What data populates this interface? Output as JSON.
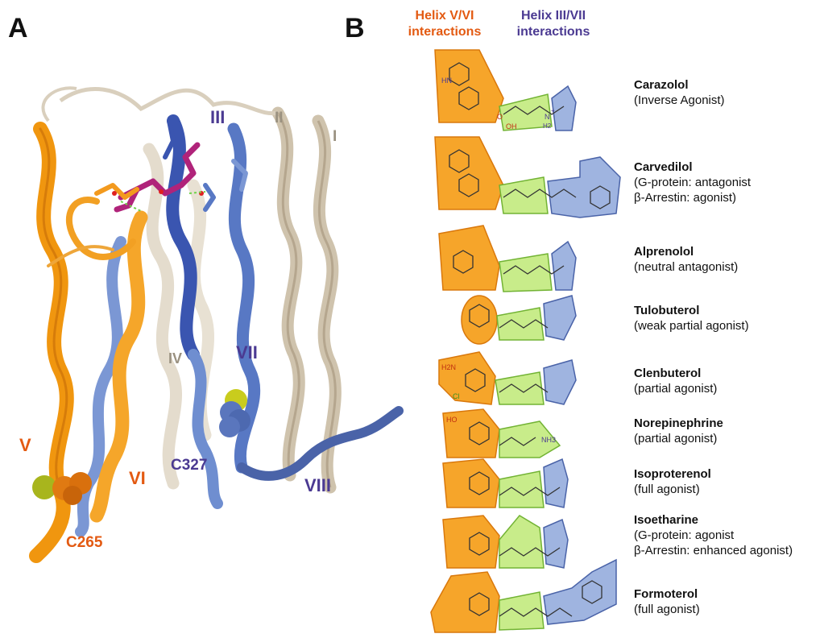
{
  "panels": {
    "a": "A",
    "b": "B"
  },
  "headers": {
    "helix56": "Helix V/VI\ninteractions",
    "helix37": "Helix III/VII\ninteractions"
  },
  "helix_labels": {
    "III": "III",
    "II": "II",
    "I": "I",
    "IV": "IV",
    "VII": "VII",
    "V": "V",
    "VI": "VI",
    "VIII": "VIII",
    "C327": "C327",
    "C265": "C265"
  },
  "ligands": [
    {
      "name": "Carazolol",
      "desc": "(Inverse Agonist)"
    },
    {
      "name": "Carvedilol",
      "desc": "(G-protein: antagonist\nβ-Arrestin: agonist)"
    },
    {
      "name": "Alprenolol",
      "desc": "(neutral antagonist)"
    },
    {
      "name": "Tulobuterol",
      "desc": "(weak partial agonist)"
    },
    {
      "name": "Clenbuterol",
      "desc": "(partial agonist)"
    },
    {
      "name": "Norepinephrine",
      "desc": "(partial agonist)"
    },
    {
      "name": "Isoproterenol",
      "desc": "(full agonist)"
    },
    {
      "name": "Isoetharine",
      "desc": "(G-protein: agonist\nβ-Arrestin: enhanced agonist)"
    },
    {
      "name": "Formoterol",
      "desc": "(full agonist)"
    }
  ],
  "chem_labels": {
    "hn": "HN",
    "o": "O",
    "oh": "OH",
    "n": "N",
    "h": "H",
    "h2": "H2",
    "plus": "+",
    "nh3": "NH3",
    "ho": "HO",
    "h2n": "H2N",
    "cl": "Cl"
  },
  "colors": {
    "orange": "#f39a1e",
    "orange_dark": "#d9780c",
    "helix_orange_text": "#e35a12",
    "green": "#b8e46a",
    "green_dark": "#72b334",
    "blue": "#8ea6d6",
    "blue_dark": "#4a63a8",
    "purple_text": "#4b3a92",
    "tan": "#d9cfbd",
    "magenta": "#b0237a"
  }
}
